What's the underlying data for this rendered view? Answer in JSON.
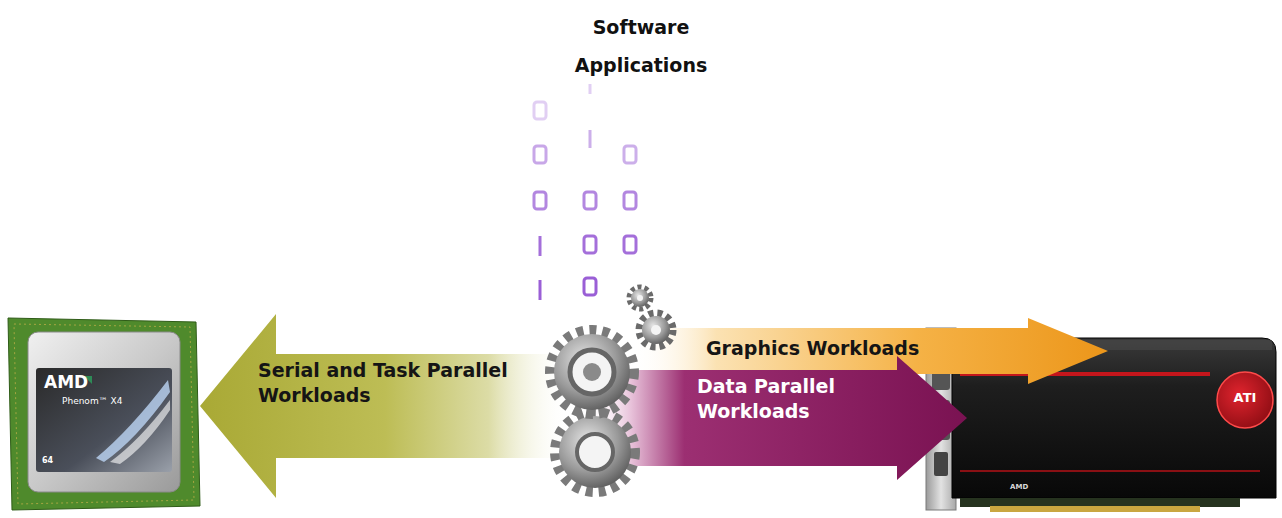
{
  "diagram": {
    "title": "Software Applications",
    "nodes": [
      {
        "text": [
          "Serial and Task Parallel Workloads"
        ]
      },
      {
        "text": [
          "Graphics Workloads"
        ]
      },
      {
        "text": [
          "Data Parallel Workloads"
        ]
      }
    ],
    "labels": [
      "AMD",
      "Phenom™ X4",
      "64",
      "ATI",
      "AMD"
    ]
  }
}
